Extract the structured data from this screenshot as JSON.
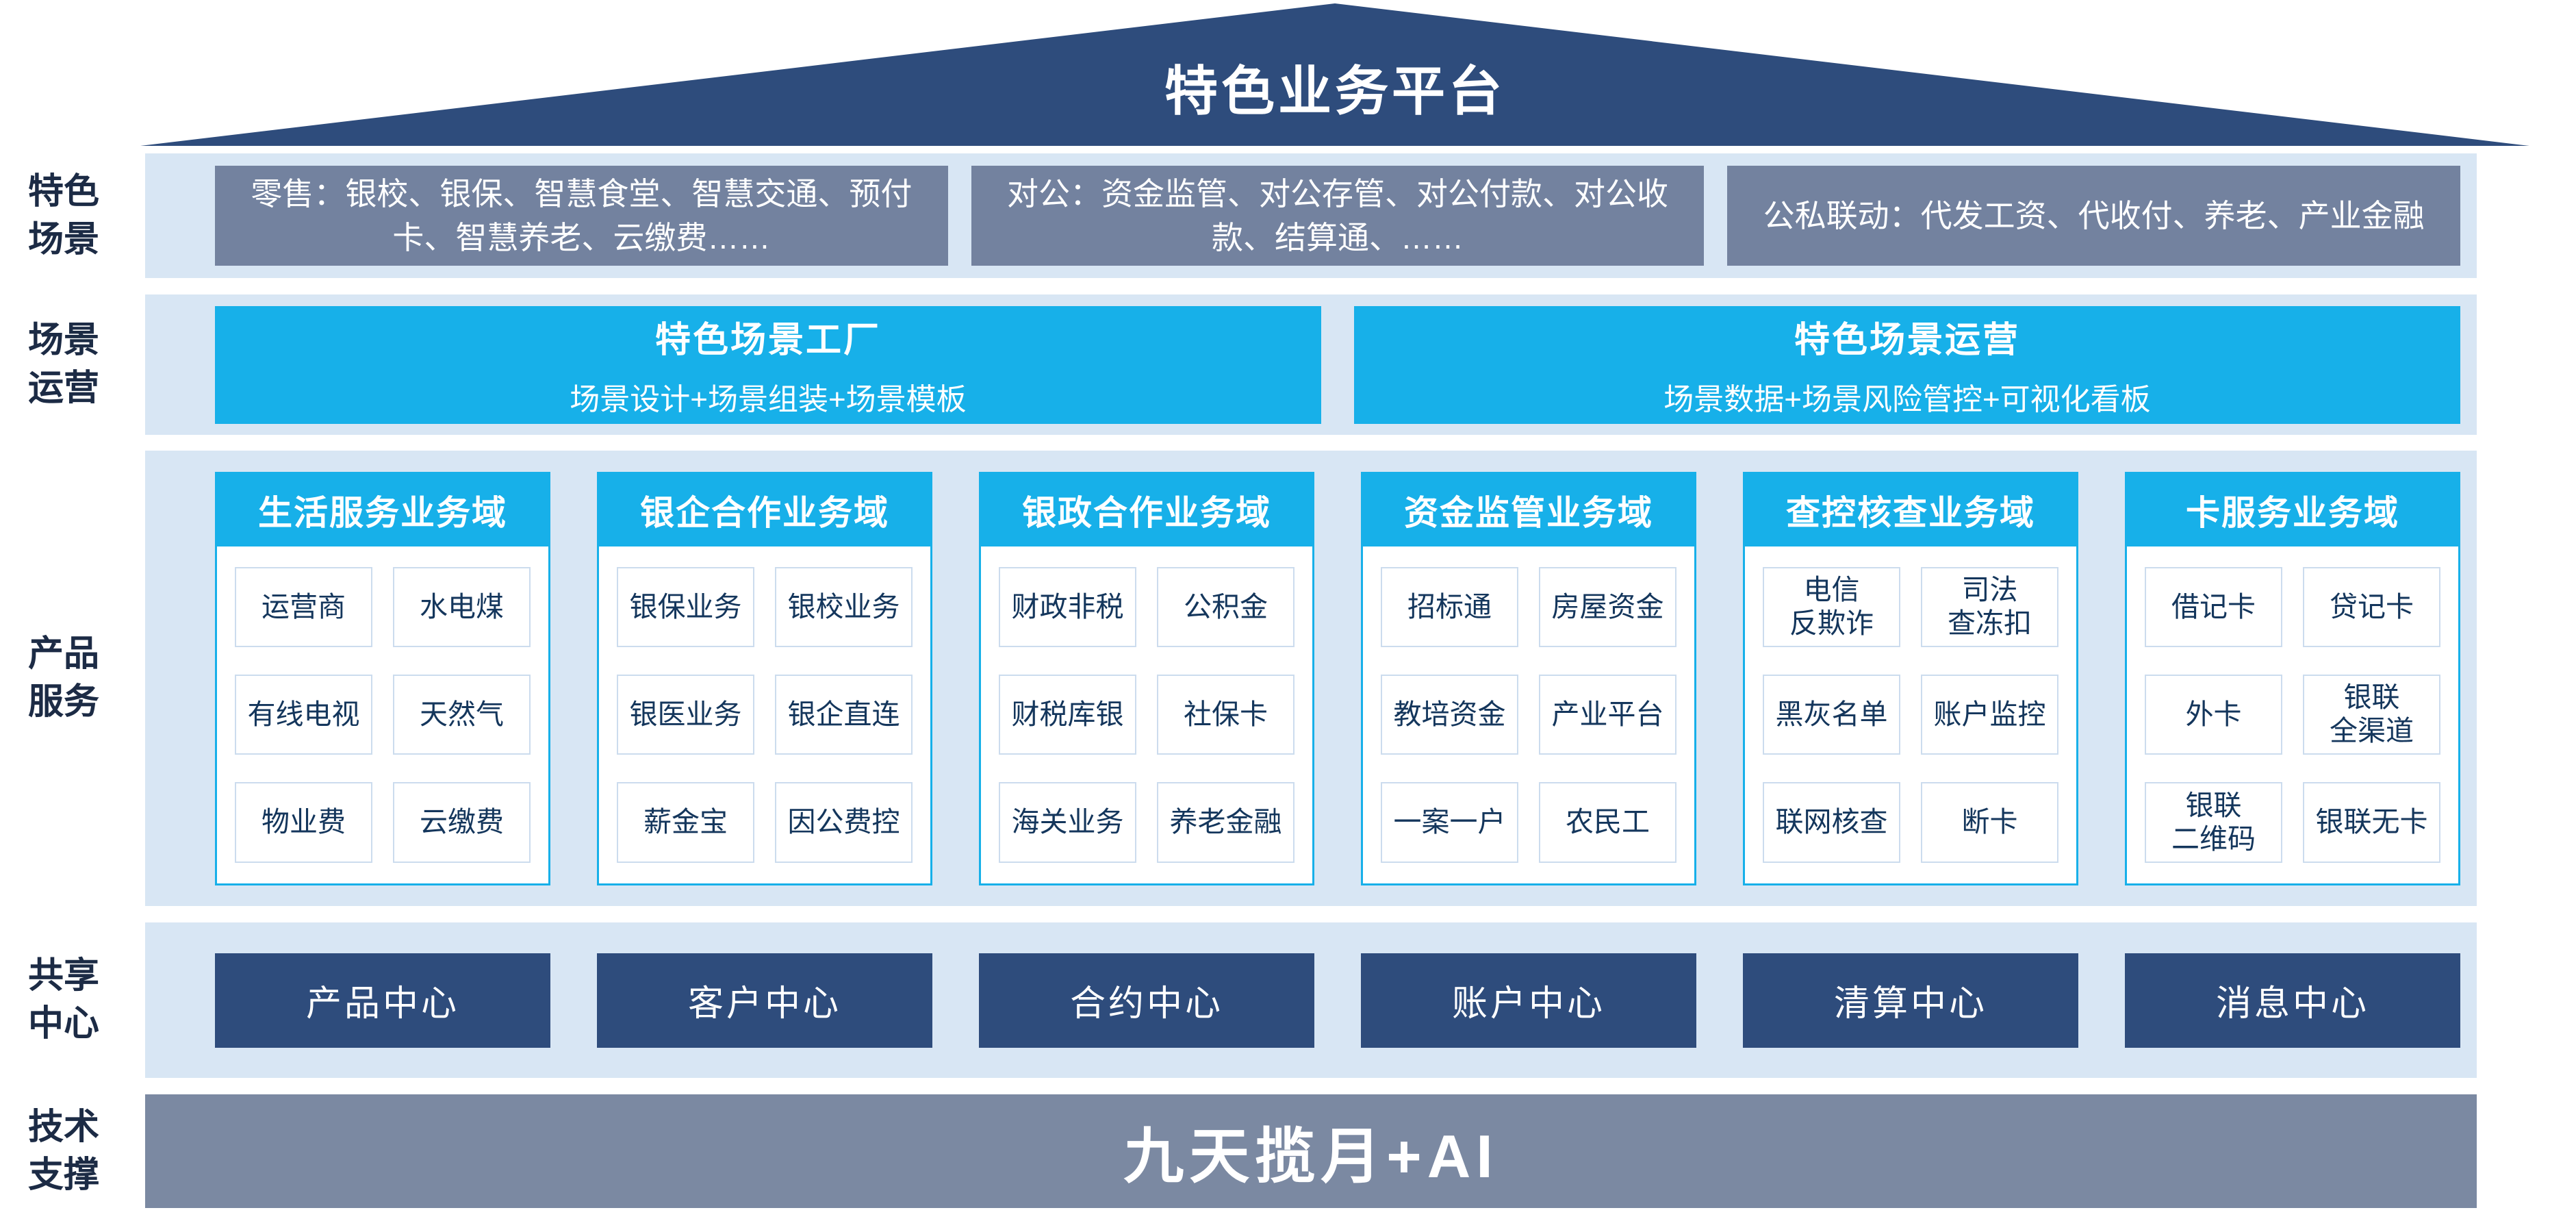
{
  "title": "特色业务平台",
  "colors": {
    "navy": "#2e4c7c",
    "cyan": "#17b0e9",
    "slate_box": "#73829f",
    "band_background": "#d8e6f4",
    "tech_bar": "#7b89a2"
  },
  "rows": {
    "scenarios": {
      "label": "特色场景",
      "items": [
        "零售：银校、银保、智慧食堂、智慧交通、预付卡、智慧养老、云缴费……",
        "对公：资金监管、对公存管、对公付款、对公收款、结算通、……",
        "公私联动：代发工资、代收付、养老、产业金融"
      ]
    },
    "operations": {
      "label": "场景运营",
      "items": [
        {
          "title": "特色场景工厂",
          "subtitle": "场景设计+场景组装+场景模板"
        },
        {
          "title": "特色场景运营",
          "subtitle": "场景数据+场景风险管控+可视化看板"
        }
      ]
    },
    "products": {
      "label": "产品服务",
      "columns": [
        {
          "header": "生活服务业务域",
          "cells": [
            "运营商",
            "水电煤",
            "有线电视",
            "天然气",
            "物业费",
            "云缴费"
          ]
        },
        {
          "header": "银企合作业务域",
          "cells": [
            "银保业务",
            "银校业务",
            "银医业务",
            "银企直连",
            "薪金宝",
            "因公费控"
          ]
        },
        {
          "header": "银政合作业务域",
          "cells": [
            "财政非税",
            "公积金",
            "财税库银",
            "社保卡",
            "海关业务",
            "养老金融"
          ]
        },
        {
          "header": "资金监管业务域",
          "cells": [
            "招标通",
            "房屋资金",
            "教培资金",
            "产业平台",
            "一案一户",
            "农民工"
          ]
        },
        {
          "header": "查控核查业务域",
          "cells": [
            "电信\n反欺诈",
            "司法\n查冻扣",
            "黑灰名单",
            "账户监控",
            "联网核查",
            "断卡"
          ]
        },
        {
          "header": "卡服务业务域",
          "cells": [
            "借记卡",
            "贷记卡",
            "外卡",
            "银联\n全渠道",
            "银联\n二维码",
            "银联无卡"
          ]
        }
      ]
    },
    "centers": {
      "label": "共享中心",
      "items": [
        "产品中心",
        "客户中心",
        "合约中心",
        "账户中心",
        "清算中心",
        "消息中心"
      ]
    },
    "tech": {
      "label": "技术支撑",
      "banner": "九天揽月+AI"
    }
  }
}
